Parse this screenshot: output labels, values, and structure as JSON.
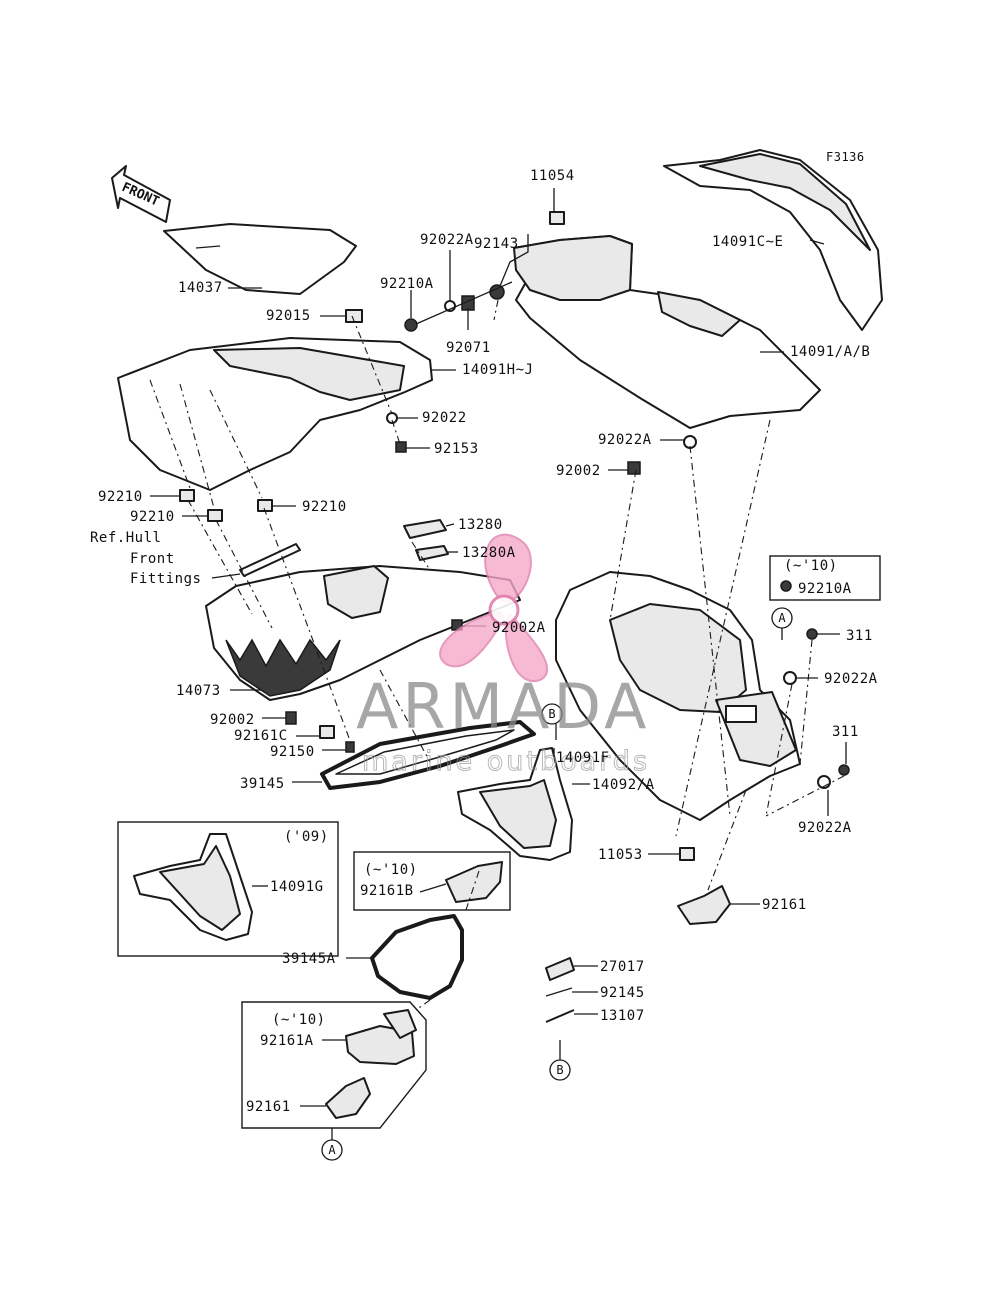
{
  "figure_code": "F3136",
  "front_arrow_label": "FRONT",
  "ref_note": [
    "Ref.Hull",
    "Front",
    "Fittings"
  ],
  "year_notes": {
    "box_92210A": "(~'10)",
    "box_92161B": "(~'10)",
    "box_92161A": "(~'10)",
    "box_14091G": "('09)"
  },
  "callouts": {
    "a": "A",
    "b": "B"
  },
  "parts": {
    "p11054": "11054",
    "p92143": "92143",
    "p92022A_top": "92022A",
    "p92210A_top": "92210A",
    "p92071": "92071",
    "p14091CE": "14091C~E",
    "p14091AB": "14091/A/B",
    "p14037": "14037",
    "p92015": "92015",
    "p14091HJ": "14091H~J",
    "p92022": "92022",
    "p92153": "92153",
    "p92022A_mid": "92022A",
    "p92002_mid": "92002",
    "p92210_l1": "92210",
    "p92210_l2": "92210",
    "p92210_r": "92210",
    "p13280": "13280",
    "p13280A": "13280A",
    "p92210A_box": "92210A",
    "p92002A": "92002A",
    "p311_a": "311",
    "p92022A_r1": "92022A",
    "p311_b": "311",
    "p92022A_r2": "92022A",
    "p14073": "14073",
    "p92002_low": "92002",
    "p92161C": "92161C",
    "p92150": "92150",
    "p39145": "39145",
    "p14091F": "14091F",
    "p14092A": "14092/A",
    "p11053": "11053",
    "p92161_r": "92161",
    "p14091G": "14091G",
    "p92161B": "92161B",
    "p39145A": "39145A",
    "p27017": "27017",
    "p92145": "92145",
    "p13107": "13107",
    "p92161A": "92161A",
    "p92161_box": "92161"
  },
  "watermark": {
    "brand": "ARMADA",
    "tagline": "marine outboards"
  },
  "colors": {
    "ink": "#1a1a1a",
    "watermark_pink": "#f4a9c9",
    "watermark_gray": "#8a8a8a"
  }
}
